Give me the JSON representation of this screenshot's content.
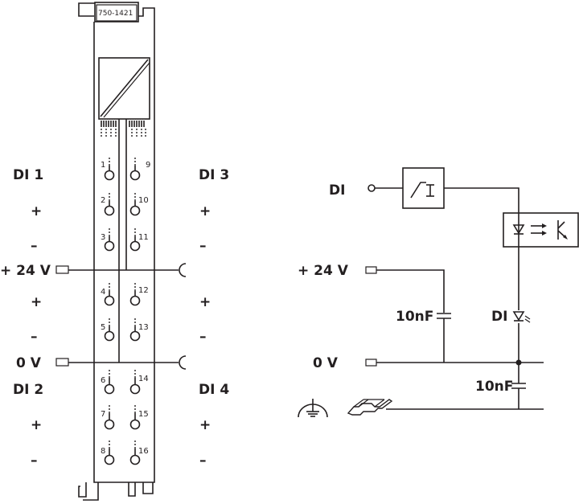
{
  "module": {
    "part_number": "750-1421",
    "left_labels": {
      "di1": "DI 1",
      "plus1": "+",
      "minus1": "–",
      "v24": "+ 24 V",
      "plus2": "+",
      "minus2": "–",
      "v0": "0 V",
      "di2": "DI 2",
      "plus3": "+",
      "minus3": "–"
    },
    "right_labels": {
      "di3": "DI 3",
      "plus1": "+",
      "minus1": "–",
      "plus2": "+",
      "minus2": "–",
      "di4": "DI 4",
      "plus3": "+",
      "minus3": "–"
    },
    "terminals_left": [
      "1",
      "2",
      "3",
      "4",
      "5",
      "6",
      "7",
      "8"
    ],
    "terminals_right": [
      "9",
      "10",
      "11",
      "12",
      "13",
      "14",
      "15",
      "16"
    ]
  },
  "circuit": {
    "di_label": "DI",
    "v24_label": "+ 24 V",
    "v0_label": "0 V",
    "cap1_label": "10nF",
    "led_label": "DI",
    "cap2_label": "10nF",
    "icons": [
      "filter-icon",
      "optocoupler-icon",
      "led-icon",
      "ground-icon",
      "din-rail-icon"
    ]
  }
}
